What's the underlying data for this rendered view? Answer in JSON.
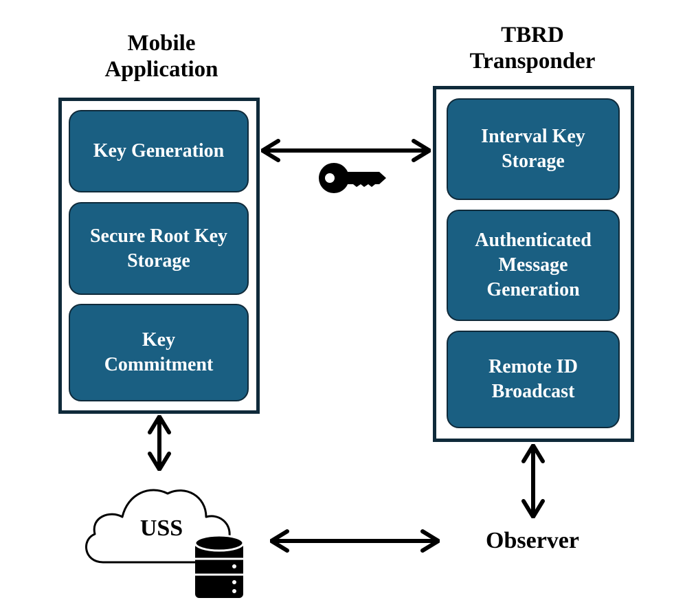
{
  "mobile_app": {
    "title_lines": [
      "Mobile",
      "Application"
    ],
    "modules": [
      {
        "lines": [
          "Key Generation"
        ]
      },
      {
        "lines": [
          "Secure Root Key",
          "Storage"
        ]
      },
      {
        "lines": [
          "Key",
          "Commitment"
        ]
      }
    ]
  },
  "transponder": {
    "title_lines": [
      "TBRD",
      "Transponder"
    ],
    "modules": [
      {
        "lines": [
          "Interval Key",
          "Storage"
        ]
      },
      {
        "lines": [
          "Authenticated",
          "Message",
          "Generation"
        ]
      },
      {
        "lines": [
          "Remote ID",
          "Broadcast"
        ]
      }
    ]
  },
  "uss": {
    "label": "USS"
  },
  "observer": {
    "label": "Observer"
  },
  "icons": {
    "key": "key-icon",
    "cloud": "cloud-icon",
    "database": "database-icon"
  },
  "colors": {
    "module_fill": "#1a5f82",
    "border": "#0f2a3a"
  }
}
